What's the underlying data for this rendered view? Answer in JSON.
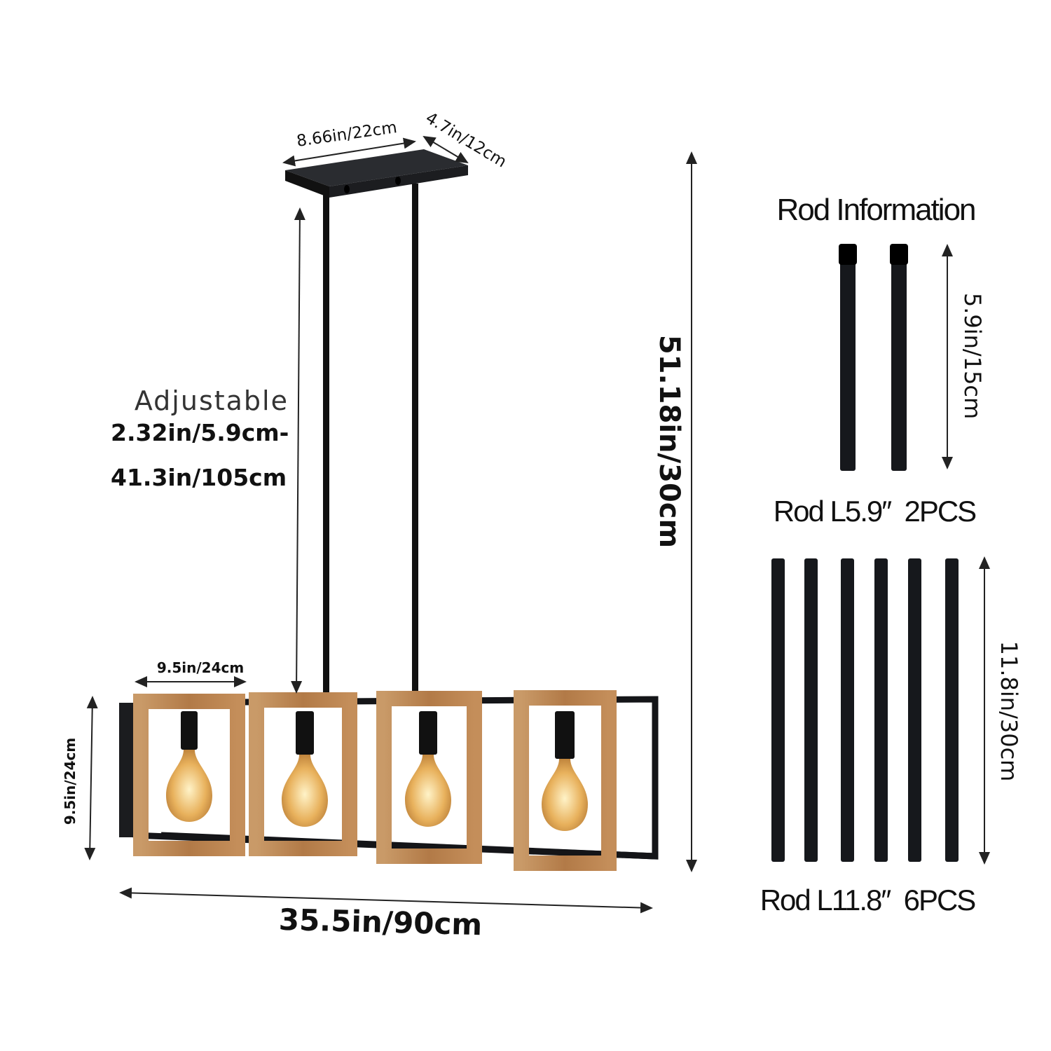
{
  "dimensions": {
    "canopy_length": "8.66in/22cm",
    "canopy_width": "4.7in/12cm",
    "total_height": "51.18in/30cm",
    "adjustable_label": "Adjustable",
    "adjustable_range_1": "2.32in/5.9cm-",
    "adjustable_range_2": "41.3in/105cm",
    "shade_width": "9.5in/24cm",
    "shade_height": "9.5in/24cm",
    "total_length": "35.5in/90cm"
  },
  "rod_info": {
    "title": "Rod Information",
    "short_rod_length": "5.9in/15cm",
    "short_rod_caption": "Rod L5.9″  2PCS",
    "long_rod_length": "11.8in/30cm",
    "long_rod_caption": "Rod L11.8″  6PCS"
  },
  "colors": {
    "metal": "#15171b",
    "wood": "#b9824f",
    "bulb": "#e8b15c"
  }
}
